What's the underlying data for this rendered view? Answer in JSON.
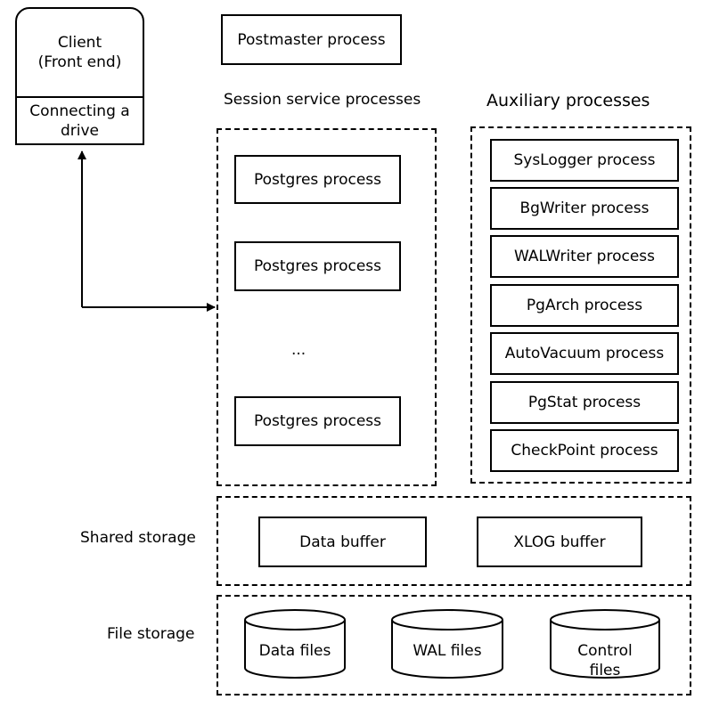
{
  "client": {
    "title_line1": "Client",
    "title_line2": "(Front end)",
    "sub_line1": "Connecting a",
    "sub_line2": "drive"
  },
  "postmaster": "Postmaster process",
  "session": {
    "heading": "Session service processes",
    "processes": [
      "Postgres process",
      "Postgres process",
      "Postgres process"
    ],
    "ellipsis": "..."
  },
  "auxiliary": {
    "heading": "Auxiliary processes",
    "processes": [
      "SysLogger process",
      "BgWriter process",
      "WALWriter process",
      "PgArch process",
      "AutoVacuum process",
      "PgStat process",
      "CheckPoint process"
    ]
  },
  "shared_storage": {
    "label": "Shared storage",
    "buffers": [
      "Data buffer",
      "XLOG buffer"
    ]
  },
  "file_storage": {
    "label": "File storage",
    "files": [
      {
        "line1": "Data files",
        "line2": ""
      },
      {
        "line1": "WAL files",
        "line2": ""
      },
      {
        "line1": "Control",
        "line2": "files"
      }
    ]
  }
}
